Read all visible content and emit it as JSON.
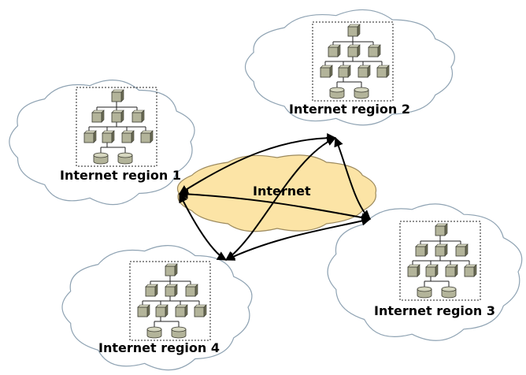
{
  "internet": {
    "label": "Internet"
  },
  "regions": [
    {
      "label": "Internet region 1"
    },
    {
      "label": "Internet region 2"
    },
    {
      "label": "Internet region 3"
    },
    {
      "label": "Internet region 4"
    }
  ],
  "colors": {
    "internet_cloud_fill": "#fce4a6",
    "region_cloud_fill": "#ffffff",
    "node_fill": "#b3b49a",
    "link_color": "#000000"
  }
}
